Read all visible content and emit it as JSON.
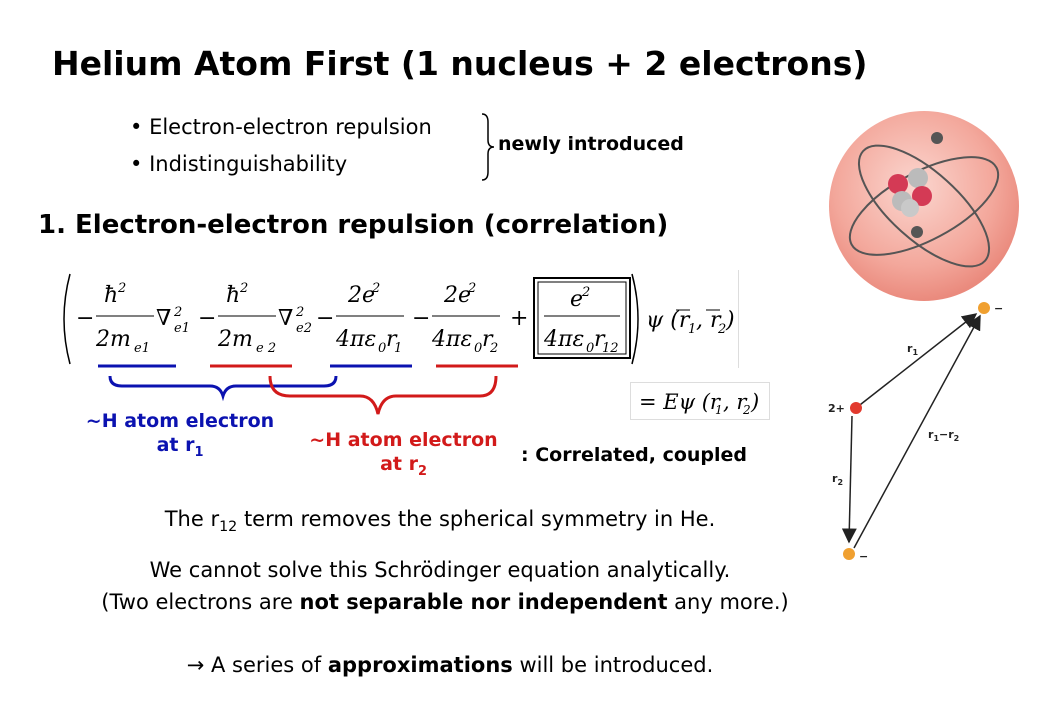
{
  "title": "Helium Atom First (1 nucleus + 2 electrons)",
  "bullets": [
    "Electron-electron repulsion",
    "Indistinguishability"
  ],
  "bullet_char": "•",
  "brace_label": "newly introduced",
  "section_heading": "1. Electron-electron repulsion (correlation)",
  "labels": {
    "blue_line1": "~H atom electron",
    "blue_line2": "at r",
    "blue_sub": "1",
    "red_line1": "~H atom electron",
    "red_line2": "at r",
    "red_sub": "2",
    "correlated": ":  Correlated, coupled"
  },
  "diagram": {
    "nucleus_charge": "2+",
    "electron_charge": "−",
    "vec_r1": "r",
    "vec_r1_sub": "1",
    "vec_r2": "r",
    "vec_r2_sub": "2",
    "vec_r12_a": "r",
    "vec_r12_a_sub": "1",
    "vec_r12_minus": "−r",
    "vec_r12_b_sub": "2"
  },
  "text": {
    "line1_a": "The r",
    "line1_sub": "12",
    "line1_b": " term removes the spherical symmetry in He.",
    "line2": "We cannot solve this Schrödinger equation analytically.",
    "line3_a": "(Two electrons are ",
    "line3_bold": "not separable nor independent",
    "line3_b": " any more.)",
    "line4_arrow": "→",
    "line4_a": " A series of ",
    "line4_bold": "approximations",
    "line4_b": " will be introduced."
  },
  "colors": {
    "blue": "#0b12b0",
    "red": "#d21a1a"
  }
}
